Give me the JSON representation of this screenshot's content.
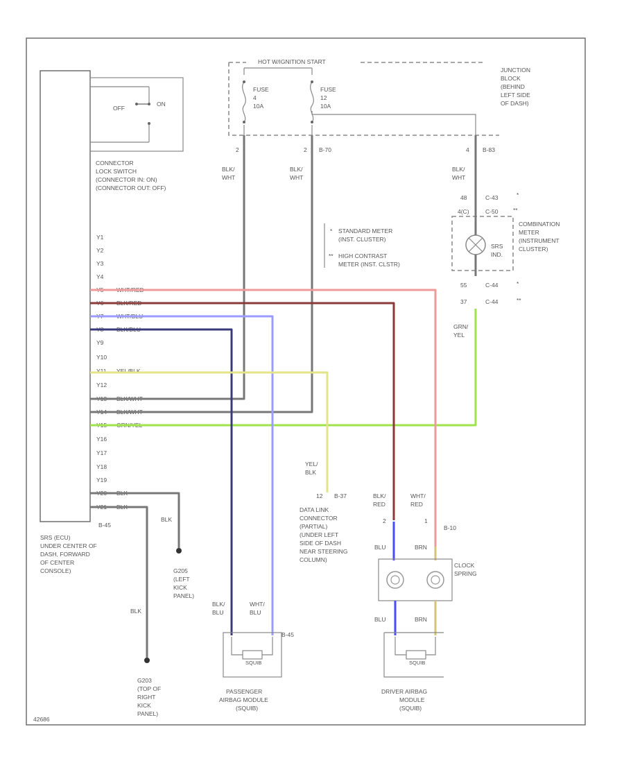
{
  "colors": {
    "red": "#ef9a9a",
    "dark_red": "#8b3a3a",
    "blue_light": "#9b9bff",
    "blue_dark": "#3a3a7a",
    "yellow": "#e3e38a",
    "green": "#9ee34a",
    "gray": "#777777",
    "blue_strong": "#4a4aff",
    "yellow_tan": "#d6c37a",
    "brown": "#b79a5a"
  },
  "junction_block": {
    "header": "HOT W/IGNITION START",
    "label_lines": [
      "JUNCTION",
      "BLOCK",
      "(BEHIND",
      "LEFT SIDE",
      "OF DASH)"
    ],
    "fuse4": [
      "FUSE",
      "4",
      "10A"
    ],
    "fuse12": [
      "FUSE",
      "12",
      "10A"
    ],
    "pin_left": "2",
    "pin_mid": "2",
    "pin_mid_conn": "B-70",
    "pin_right": "4",
    "pin_right_conn": "B-83"
  },
  "lock_switch": {
    "off": "OFF",
    "on": "ON",
    "label_lines": [
      "CONNECTOR",
      "LOCK SWITCH",
      "(CONNECTOR IN: ON)",
      "(CONNECTOR OUT: OFF)"
    ]
  },
  "srs_ecu": {
    "label_lines": [
      "SRS (ECU)",
      "UNDER CENTER OF",
      "DASH, FORWARD",
      "OF CENTER",
      "CONSOLE)"
    ],
    "connector": "B-45",
    "pins": [
      {
        "num": "Y1",
        "wire": ""
      },
      {
        "num": "Y2",
        "wire": ""
      },
      {
        "num": "Y3",
        "wire": ""
      },
      {
        "num": "Y4",
        "wire": ""
      },
      {
        "num": "Y5",
        "wire": "WHT/RED"
      },
      {
        "num": "Y6",
        "wire": "BLK/RED"
      },
      {
        "num": "Y7",
        "wire": "WHT/BLU"
      },
      {
        "num": "Y8",
        "wire": "BLK/BLU"
      },
      {
        "num": "Y9",
        "wire": ""
      },
      {
        "num": "Y10",
        "wire": ""
      },
      {
        "num": "Y11",
        "wire": "YEL/BLK"
      },
      {
        "num": "Y12",
        "wire": ""
      },
      {
        "num": "Y13",
        "wire": "BLK/WHT"
      },
      {
        "num": "Y14",
        "wire": "BLK/WHT"
      },
      {
        "num": "Y15",
        "wire": "GRN/YEL"
      },
      {
        "num": "Y16",
        "wire": ""
      },
      {
        "num": "Y17",
        "wire": ""
      },
      {
        "num": "Y18",
        "wire": ""
      },
      {
        "num": "Y19",
        "wire": ""
      },
      {
        "num": "Y20",
        "wire": "BLK"
      },
      {
        "num": "Y21",
        "wire": "BLK"
      }
    ]
  },
  "wire_labels": {
    "fuse4_wire": [
      "BLK/",
      "WHT"
    ],
    "fuse12_wire": [
      "BLK/",
      "WHT"
    ],
    "right_wire": [
      "BLK/",
      "WHT"
    ],
    "grn_yel": [
      "GRN/",
      "YEL"
    ],
    "yel_blk": [
      "YEL/",
      "BLK"
    ],
    "blk_red": [
      "BLK/",
      "RED"
    ],
    "wht_red": [
      "WHT/",
      "RED"
    ],
    "blk1": "BLK",
    "blk2": "BLK",
    "pass_blk_blu": [
      "BLK/",
      "BLU"
    ],
    "pass_wht_blu": [
      "WHT/",
      "BLU"
    ],
    "blu_top": "BLU",
    "brn_top": "BRN",
    "blu_bot": "BLU",
    "brn_bot": "BRN"
  },
  "meter": {
    "pins": [
      {
        "num": "48",
        "conn": "C-43",
        "mark": "*"
      },
      {
        "num": "4(C)",
        "conn": "C-50",
        "mark": "**"
      },
      {
        "num": "55",
        "conn": "C-44",
        "mark": "*"
      },
      {
        "num": "37",
        "conn": "C-44",
        "mark": "**"
      }
    ],
    "lamp": [
      "SRS",
      "IND."
    ],
    "label_lines": [
      "COMBINATION",
      "METER",
      "(INSTRUMENT",
      "CLUSTER)"
    ],
    "legend_std": [
      "STANDARD METER",
      "(INST. CLUSTER)"
    ],
    "legend_hc": [
      "HIGH CONTRAST",
      "METER (INST. CLSTR)"
    ],
    "legend_marks": [
      "*",
      "**"
    ]
  },
  "data_link": {
    "pins": "12",
    "conn": "B-37",
    "label_lines": [
      "DATA LINK",
      "CONNECTOR",
      "(PARTIAL)",
      "(UNDER LEFT",
      "SIDE OF DASH",
      "NEAR STEERING",
      "COLUMN)"
    ]
  },
  "clock_spring": {
    "pins_left": "2",
    "pins_right": "1",
    "conn": "B-10",
    "label_lines": [
      "CLOCK",
      "SPRING"
    ]
  },
  "grounds": {
    "g1_lines": [
      "G205",
      "(LEFT",
      "KICK",
      "PANEL)"
    ],
    "g2_lines": [
      "G203",
      "(TOP OF",
      "RIGHT",
      "KICK",
      "PANEL)"
    ]
  },
  "passenger_module": {
    "conn": "B-45",
    "squib": "SQUIB",
    "label_lines": [
      "PASSENGER",
      "AIRBAG MODULE",
      "(SQUIB)"
    ]
  },
  "driver_module": {
    "squib": "SQUIB",
    "label_lines": [
      "DRIVER AIRBAG",
      "MODULE",
      "(SQUIB)"
    ]
  },
  "footer_id": "42686"
}
